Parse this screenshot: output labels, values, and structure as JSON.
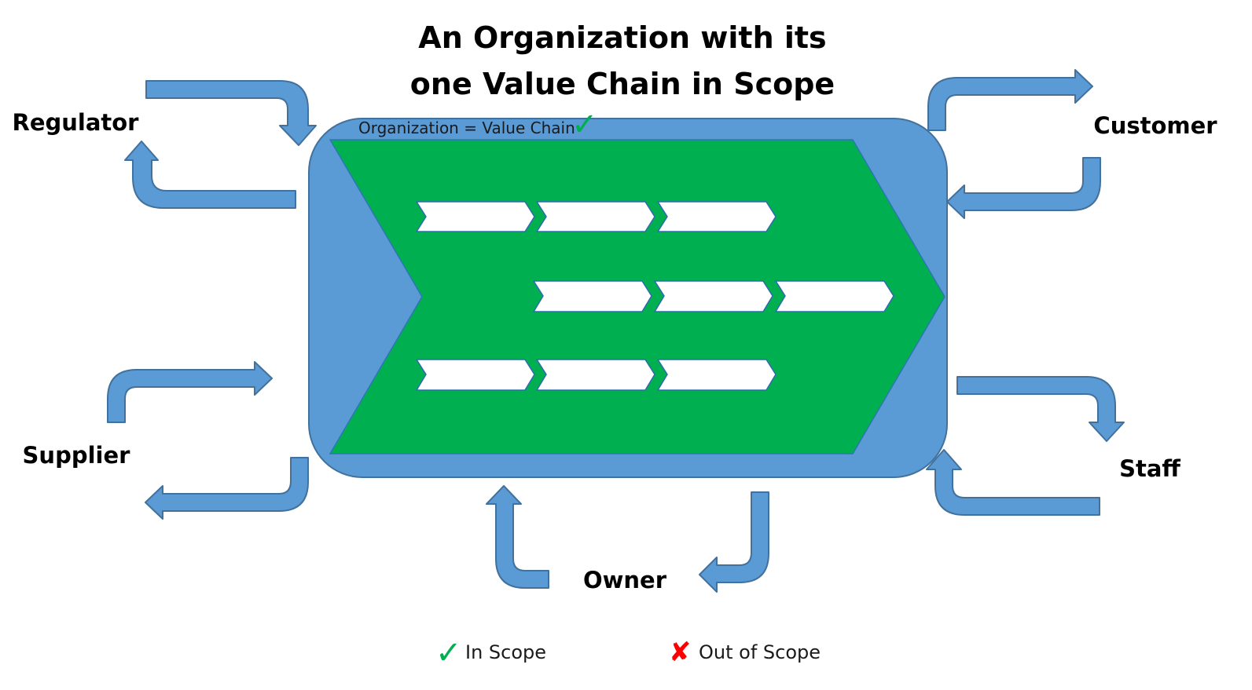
{
  "title": {
    "line1": "An Organization with its",
    "line2": "one Value Chain in Scope"
  },
  "organization": {
    "label": "Organization = Value Chain",
    "in_scope_mark": "✓"
  },
  "stakeholders": {
    "regulator": "Regulator",
    "customer": "Customer",
    "supplier": "Supplier",
    "staff": "Staff",
    "owner": "Owner"
  },
  "legend": {
    "in_scope_mark": "✓",
    "in_scope_label": "In Scope",
    "out_of_scope_mark": "✘",
    "out_of_scope_label": "Out of Scope"
  },
  "colors": {
    "container_blue": "#5b9bd5",
    "chevron_green": "#00b050",
    "check_green": "#00b050",
    "cross_red": "#ff0000"
  }
}
